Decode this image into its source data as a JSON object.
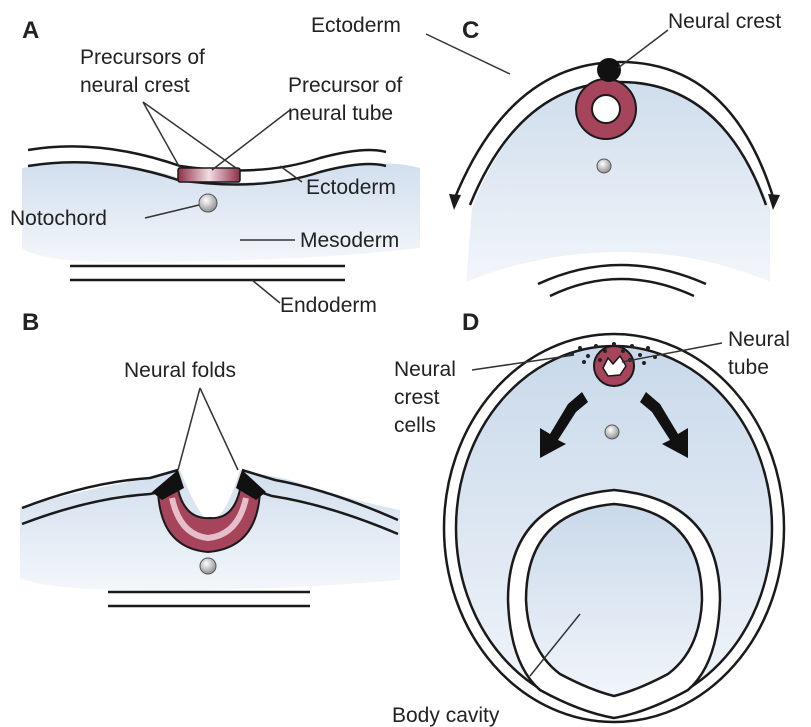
{
  "panels": {
    "a": {
      "letter": "A",
      "labels": {
        "precursors_crest_1": "Precursors of",
        "precursors_crest_2": "neural crest",
        "precursor_tube_1": "Precursor of",
        "precursor_tube_2": "neural tube",
        "ectoderm": "Ectoderm",
        "notochord": "Notochord",
        "mesoderm": "Mesoderm",
        "endoderm": "Endoderm"
      }
    },
    "b": {
      "letter": "B",
      "labels": {
        "neural_folds": "Neural folds"
      }
    },
    "c": {
      "letter": "C",
      "labels": {
        "ectoderm": "Ectoderm",
        "neural_crest": "Neural crest"
      }
    },
    "d": {
      "letter": "D",
      "labels": {
        "crest_cells_1": "Neural",
        "crest_cells_2": "crest",
        "crest_cells_3": "cells",
        "tube_1": "Neural",
        "tube_2": "tube",
        "body_cavity": "Body cavity"
      }
    }
  },
  "colors": {
    "mesoderm_fill": "#d6e3f0",
    "neural_tissue": "#a5445a",
    "neural_crest": "#111111",
    "outline": "#1a1a1a"
  }
}
